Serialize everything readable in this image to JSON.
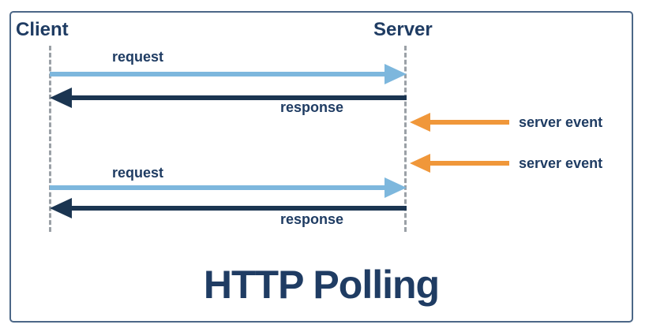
{
  "diagram": {
    "title": "HTTP Polling",
    "actors": {
      "client": "Client",
      "server": "Server"
    },
    "messages": [
      {
        "id": "request-1",
        "label": "request",
        "direction": "client-to-server"
      },
      {
        "id": "response-1",
        "label": "response",
        "direction": "server-to-client"
      },
      {
        "id": "server-event-1",
        "label": "server event",
        "direction": "into-server"
      },
      {
        "id": "server-event-2",
        "label": "server event",
        "direction": "into-server"
      },
      {
        "id": "request-2",
        "label": "request",
        "direction": "client-to-server"
      },
      {
        "id": "response-2",
        "label": "response",
        "direction": "server-to-client"
      }
    ]
  },
  "colors": {
    "request_arrow": "#7db7dd",
    "response_arrow": "#1b3551",
    "server_event_arrow": "#f0973a",
    "text_navy": "#1f3c63",
    "lifeline_grey": "#9aa0a6",
    "frame_border": "#4c6787"
  }
}
